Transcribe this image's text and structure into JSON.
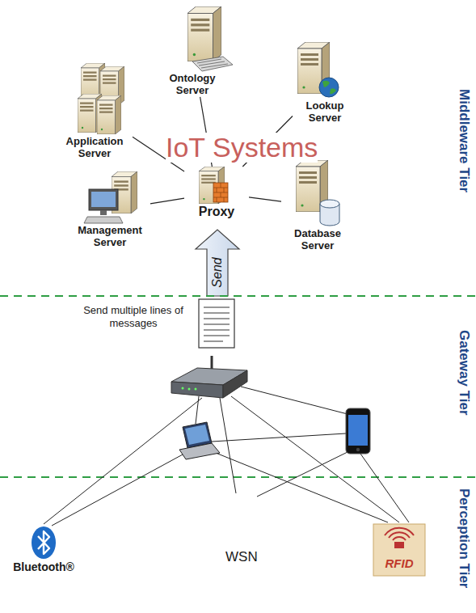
{
  "diagram": {
    "nodes": [
      {
        "text": [
          "IoT Systems"
        ]
      },
      {
        "text": [
          "Ontology Server"
        ],
        "in": 0
      },
      {
        "text": [
          "Application Server"
        ],
        "in": 0
      },
      {
        "text": [
          "Lookup Server"
        ],
        "in": 0
      },
      {
        "text": [
          "Proxy"
        ],
        "in": 0
      },
      {
        "text": [
          "Management Server"
        ],
        "in": 0
      },
      {
        "text": [
          "Database Server"
        ],
        "in": 0
      },
      {
        "text": [
          "Bluetooth®"
        ]
      },
      {
        "text": [
          "WSN"
        ]
      },
      {
        "text": [
          "RFID"
        ]
      }
    ],
    "edges": [
      {
        "from": 4,
        "to": 1,
        "arrow": "none"
      },
      {
        "from": 4,
        "to": 2,
        "arrow": "none"
      },
      {
        "from": 4,
        "to": 3,
        "arrow": "none"
      },
      {
        "from": 4,
        "to": 5,
        "arrow": "none"
      },
      {
        "from": 4,
        "to": 6,
        "arrow": "none"
      }
    ],
    "labels": [
      "Send",
      "Send multiple lines of messages",
      "Middleware Tier",
      "Gateway Tier",
      "Perception Tier"
    ]
  }
}
